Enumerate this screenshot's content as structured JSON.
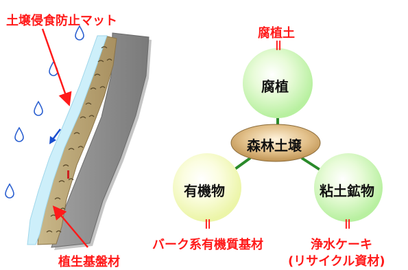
{
  "left_panel": {
    "mat_label": "土壌侵食防止マット",
    "base_label": "植生基盤材"
  },
  "right_panel": {
    "top_source": "腐植土",
    "top_circle": "腐植",
    "center_label": "森林土壌",
    "left_circle": "有機物",
    "right_circle": "粘土鉱物",
    "left_source": "バーク系有機質基材",
    "right_source_line1": "浄水ケーキ",
    "right_source_line2": "(リサイクル資材)",
    "equal_mark": "＝"
  },
  "colors": {
    "label_red": "#ff1a1a",
    "circle_green": "#b8f0a0",
    "circle_yellow": "#ecf5a8",
    "center_brown": "#c8a060",
    "connector_green": "#2a8a2a",
    "water_blue": "#cdeffa",
    "rock_gray": "#8a8a8a"
  }
}
